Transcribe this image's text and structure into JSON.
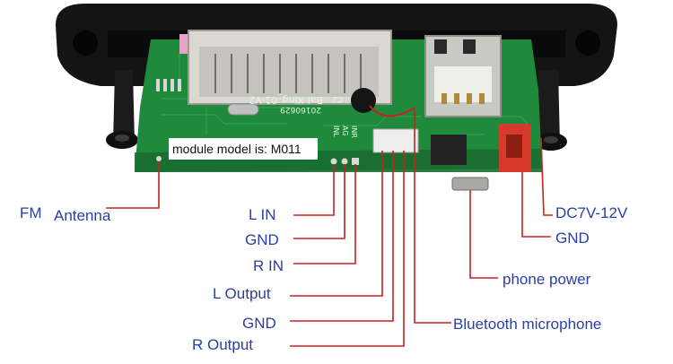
{
  "model_label": "module model is: M011",
  "pcb_text": {
    "board_name": "Bai Xing_01-V2",
    "board_date": "20160629",
    "board_c2": "C2",
    "pin_labels": [
      "INL",
      "AG",
      "INR"
    ]
  },
  "callouts": {
    "fm_antenna_prefix": "FM",
    "fm_antenna_word": "Antenna",
    "l_in": "L IN",
    "gnd_1": "GND",
    "r_in": "R IN",
    "l_output": "L Output",
    "gnd_2": "GND",
    "r_output": "R Output",
    "bluetooth_mic": "Bluetooth microphone",
    "phone_power": "phone power",
    "dc_power": "DC7V-12V",
    "gnd_power": "GND"
  },
  "colors": {
    "callout_text": "#2b3ea8",
    "callout_line": "#c82020",
    "pcb_green": "#1f8a3c",
    "bezel": "#141414"
  }
}
